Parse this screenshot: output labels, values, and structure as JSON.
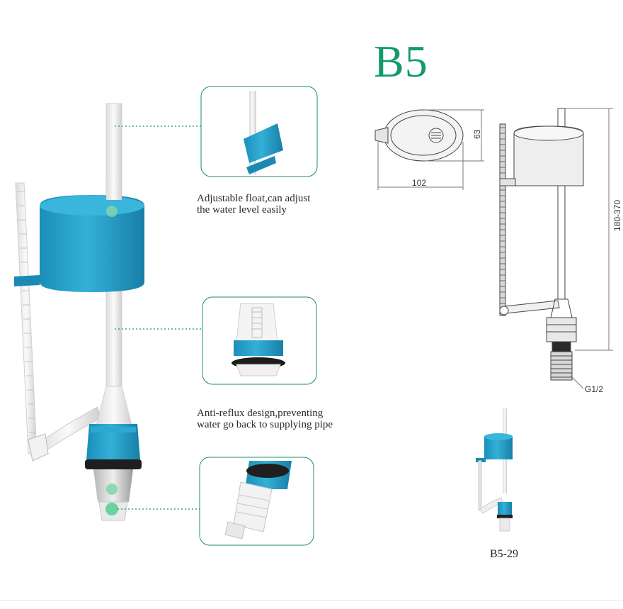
{
  "title": "B5",
  "colors": {
    "brand_green": "#139a6f",
    "product_blue": "#1f9cc4",
    "callout_border": "#1e8f6a"
  },
  "features": [
    {
      "caption_line1": "Adjustable float,can adjust",
      "caption_line2": "the water level easily"
    },
    {
      "caption_line1": "Anti-reflux design,preventing",
      "caption_line2": "water go back to supplying pipe"
    }
  ],
  "drawing": {
    "width_label": "102",
    "depth_label": "63",
    "height_label": "180-370",
    "thread_label": "G1/2"
  },
  "model": "B5-29"
}
